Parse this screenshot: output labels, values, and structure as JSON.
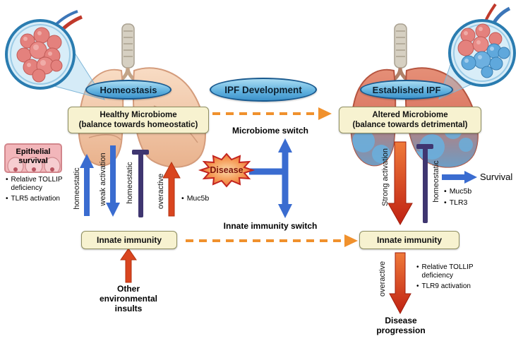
{
  "stages": {
    "homeostasis": "Homeostasis",
    "ipf_development": "IPF Development",
    "established_ipf": "Established IPF"
  },
  "microbiome": {
    "healthy_title": "Healthy Microbiome",
    "healthy_sub": "(balance towards homeostatic)",
    "switch_label": "Microbiome switch",
    "altered_title": "Altered Microbiome",
    "altered_sub": "(balance towards detrimental)"
  },
  "immunity": {
    "left_box": "Innate immunity",
    "right_box": "Innate immunity",
    "switch_label": "Innate immunity switch"
  },
  "epithelial": {
    "box": "Epithelial survival",
    "bullets": [
      "Relative TOLLIP deficiency",
      "TLR5 activation"
    ]
  },
  "disease": {
    "label": "Disease",
    "bullet": "Muc5b"
  },
  "vertical_labels": {
    "homeostatic_left": "homeostatic",
    "weak_activation": "weak activation",
    "homeostatic_mid": "homeostatic",
    "overactive_left": "overactive",
    "strong_activation": "Strong activation",
    "homeostatic_right": "homeostatic",
    "overactive_right": "overactive"
  },
  "survival": {
    "label": "Survival",
    "bullets": [
      "Muc5b",
      "TLR3"
    ]
  },
  "outcomes": {
    "other_insults": "Other environmental insults",
    "disease_progression": "Disease progression",
    "right_bullets": [
      "Relative TOLLIP deficiency",
      "TLR9 activation"
    ]
  },
  "colors": {
    "stage_blue": "#56a8d8",
    "box_beige": "#f7f2d0",
    "arrow_blue": "#3a6cd0",
    "arrow_red": "#d9451f",
    "arrow_orange_dashed": "#f0912d",
    "inhibitor_purple": "#3f3670"
  }
}
